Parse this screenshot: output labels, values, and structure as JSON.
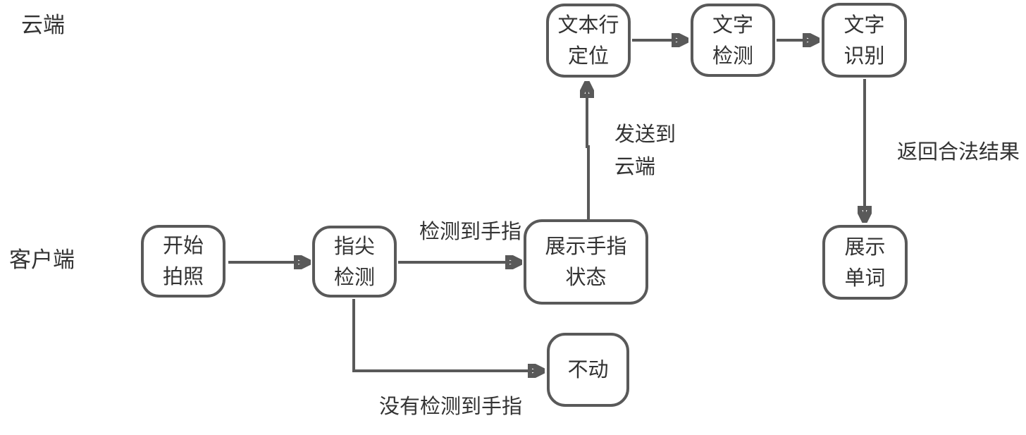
{
  "diagram": {
    "title": "finger-reading OCR flow",
    "type": "flowchart"
  },
  "colors": {
    "stroke": "#595959",
    "text": "#333333",
    "background": "#ffffff"
  },
  "lane_labels": [
    {
      "id": "cloud",
      "text": "云端"
    },
    {
      "id": "client",
      "text": "客户端"
    }
  ],
  "nodes": [
    {
      "id": "start-photo",
      "lines": [
        "开始",
        "拍照"
      ]
    },
    {
      "id": "fingertip-detect",
      "lines": [
        "指尖",
        "检测"
      ]
    },
    {
      "id": "finger-state",
      "lines": [
        "展示手指",
        "状态"
      ]
    },
    {
      "id": "still",
      "lines": [
        "不动"
      ]
    },
    {
      "id": "textline-locate",
      "lines": [
        "文本行",
        "定位"
      ]
    },
    {
      "id": "text-detect",
      "lines": [
        "文字",
        "检测"
      ]
    },
    {
      "id": "text-recognize",
      "lines": [
        "文字",
        "识别"
      ]
    },
    {
      "id": "show-word",
      "lines": [
        "展示",
        "单词"
      ]
    }
  ],
  "edge_labels": [
    {
      "id": "finger-detected",
      "text": "检测到手指"
    },
    {
      "id": "no-finger-detected",
      "text": "没有检测到手指"
    },
    {
      "id": "send-to-cloud",
      "lines": [
        "发送到",
        "云端"
      ]
    },
    {
      "id": "return-valid-result",
      "text": "返回合法结果"
    }
  ]
}
